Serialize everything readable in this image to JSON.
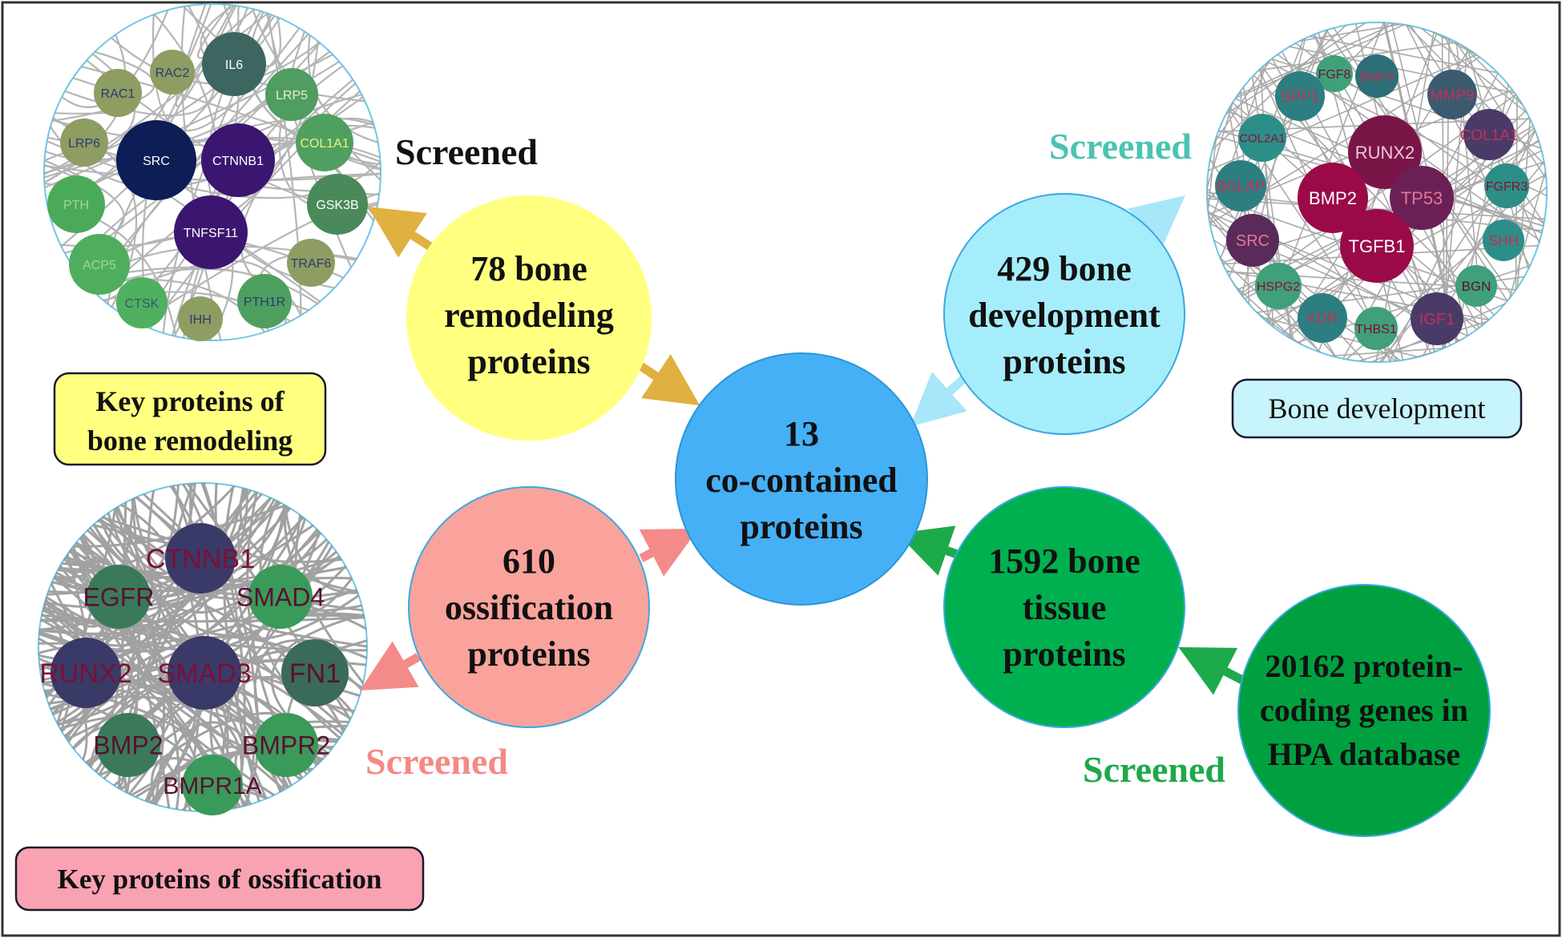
{
  "colors": {
    "frame": "#333333",
    "arrow_gold": "#E0B040",
    "arrow_lightblue": "#A8E6FA",
    "arrow_salmon": "#F58A8A",
    "arrow_green": "#1DAA4A",
    "screened_black": "#111111",
    "screened_teal": "#4CC3B2",
    "screened_salmon": "#F48A84",
    "screened_green": "#1FA84A",
    "bubble_yellow": "#FFFF80",
    "bubble_lightblue": "#A6EDFB",
    "bubble_blue": "#45B0F5",
    "bubble_pink": "#F9A39C",
    "bubble_green": "#00B050",
    "bubble_darkgreen": "#00A040"
  },
  "nodes": {
    "center": {
      "line1": "13",
      "line2": "co-contained",
      "line3": "proteins"
    },
    "remodeling": {
      "line1": "78 bone",
      "line2": "remodeling",
      "line3": "proteins"
    },
    "development": {
      "line1": "429 bone",
      "line2": "development",
      "line3": "proteins"
    },
    "ossification": {
      "line1": "610",
      "line2": "ossification",
      "line3": "proteins"
    },
    "tissue": {
      "line1": "1592 bone",
      "line2": "tissue",
      "line3": "proteins"
    },
    "hpa": {
      "line1": "20162 protein-",
      "line2": "coding genes in",
      "line3": "HPA database"
    }
  },
  "screened": {
    "remodeling": "Screened",
    "development": "Screened",
    "ossification": "Screened",
    "hpa": "Screened"
  },
  "labels": {
    "remodeling": {
      "line1": "Key proteins of",
      "line2": "bone remodeling"
    },
    "development": {
      "line1": "Bone development"
    },
    "ossification": {
      "line1": "Key proteins of ossification"
    }
  },
  "networks": {
    "remodeling": [
      {
        "name": "IL6",
        "fill": "#3E6661",
        "text": "#FFFFFF"
      },
      {
        "name": "RAC2",
        "fill": "#8E9D62",
        "text": "#2B3A6E"
      },
      {
        "name": "LRP5",
        "fill": "#4F9D60",
        "text": "#E8F0C8"
      },
      {
        "name": "RAC1",
        "fill": "#8E9D62",
        "text": "#2B3A6E"
      },
      {
        "name": "COL1A1",
        "fill": "#4FA060",
        "text": "#F0F080"
      },
      {
        "name": "LRP6",
        "fill": "#8E9D62",
        "text": "#2B3A6E"
      },
      {
        "name": "SRC",
        "fill": "#0D1D55",
        "text": "#FFFFFF"
      },
      {
        "name": "CTNNB1",
        "fill": "#3A1670",
        "text": "#FFFFFF"
      },
      {
        "name": "GSK3B",
        "fill": "#4A8A5A",
        "text": "#FFFFFF"
      },
      {
        "name": "PTH",
        "fill": "#4BAA5A",
        "text": "#9FD6A0"
      },
      {
        "name": "TNFSF11",
        "fill": "#3A1670",
        "text": "#FFFFFF"
      },
      {
        "name": "ACP5",
        "fill": "#4FAE5E",
        "text": "#9FD6A0"
      },
      {
        "name": "TRAF6",
        "fill": "#8E9D62",
        "text": "#2B3A6E"
      },
      {
        "name": "CTSK",
        "fill": "#4FB060",
        "text": "#2B5A6E"
      },
      {
        "name": "IHH",
        "fill": "#8E9D62",
        "text": "#2B3A6E"
      },
      {
        "name": "PTH1R",
        "fill": "#4FA060",
        "text": "#2B3A6E"
      }
    ],
    "development": [
      {
        "name": "FGF8",
        "fill": "#3FA07A",
        "text": "#7A1030"
      },
      {
        "name": "BMP4",
        "fill": "#2D6E78",
        "text": "#C0305A"
      },
      {
        "name": "SPP1",
        "fill": "#2D7E80",
        "text": "#C0305A"
      },
      {
        "name": "MMP9",
        "fill": "#3A5A70",
        "text": "#C0305A"
      },
      {
        "name": "COL2A1",
        "fill": "#2D8E88",
        "text": "#8A1030"
      },
      {
        "name": "RUNX2",
        "fill": "#7A1548",
        "text": "#E8C8D8"
      },
      {
        "name": "COL1A1",
        "fill": "#4A3A68",
        "text": "#C0305A"
      },
      {
        "name": "BGLAP",
        "fill": "#2D7E80",
        "text": "#C0305A"
      },
      {
        "name": "BMP2",
        "fill": "#9A0A48",
        "text": "#FFFFFF"
      },
      {
        "name": "TP53",
        "fill": "#6A2055",
        "text": "#E07898"
      },
      {
        "name": "FGFR3",
        "fill": "#2D8E88",
        "text": "#8A1030"
      },
      {
        "name": "SRC",
        "fill": "#5A2A5A",
        "text": "#E07898"
      },
      {
        "name": "TGFB1",
        "fill": "#9A0A48",
        "text": "#FFFFFF"
      },
      {
        "name": "SHH",
        "fill": "#2D8E88",
        "text": "#C0305A"
      },
      {
        "name": "HSPG2",
        "fill": "#3FA07A",
        "text": "#8A1030"
      },
      {
        "name": "BGN",
        "fill": "#3FA07A",
        "text": "#5A1030"
      },
      {
        "name": "KDR",
        "fill": "#2D7E80",
        "text": "#C0305A"
      },
      {
        "name": "THBS1",
        "fill": "#3FA07A",
        "text": "#7A1030"
      },
      {
        "name": "IGF1",
        "fill": "#4A3A68",
        "text": "#C0305A"
      }
    ],
    "ossification": [
      {
        "name": "CTNNB1",
        "fill": "#3A3A68",
        "text": "#7A1038"
      },
      {
        "name": "EGFR",
        "fill": "#3A7A5A",
        "text": "#5A1030"
      },
      {
        "name": "SMAD4",
        "fill": "#3A9A5A",
        "text": "#5A1030"
      },
      {
        "name": "RUNX2",
        "fill": "#3A3A68",
        "text": "#7A1038"
      },
      {
        "name": "SMAD3",
        "fill": "#3A3A68",
        "text": "#7A1038"
      },
      {
        "name": "FN1",
        "fill": "#3A6A5A",
        "text": "#5A1030"
      },
      {
        "name": "BMP2",
        "fill": "#3A7A5A",
        "text": "#5A1030"
      },
      {
        "name": "BMPR2",
        "fill": "#3A9A5A",
        "text": "#5A1030"
      },
      {
        "name": "BMPR1A",
        "fill": "#3A9A5A",
        "text": "#5A1030"
      }
    ]
  }
}
